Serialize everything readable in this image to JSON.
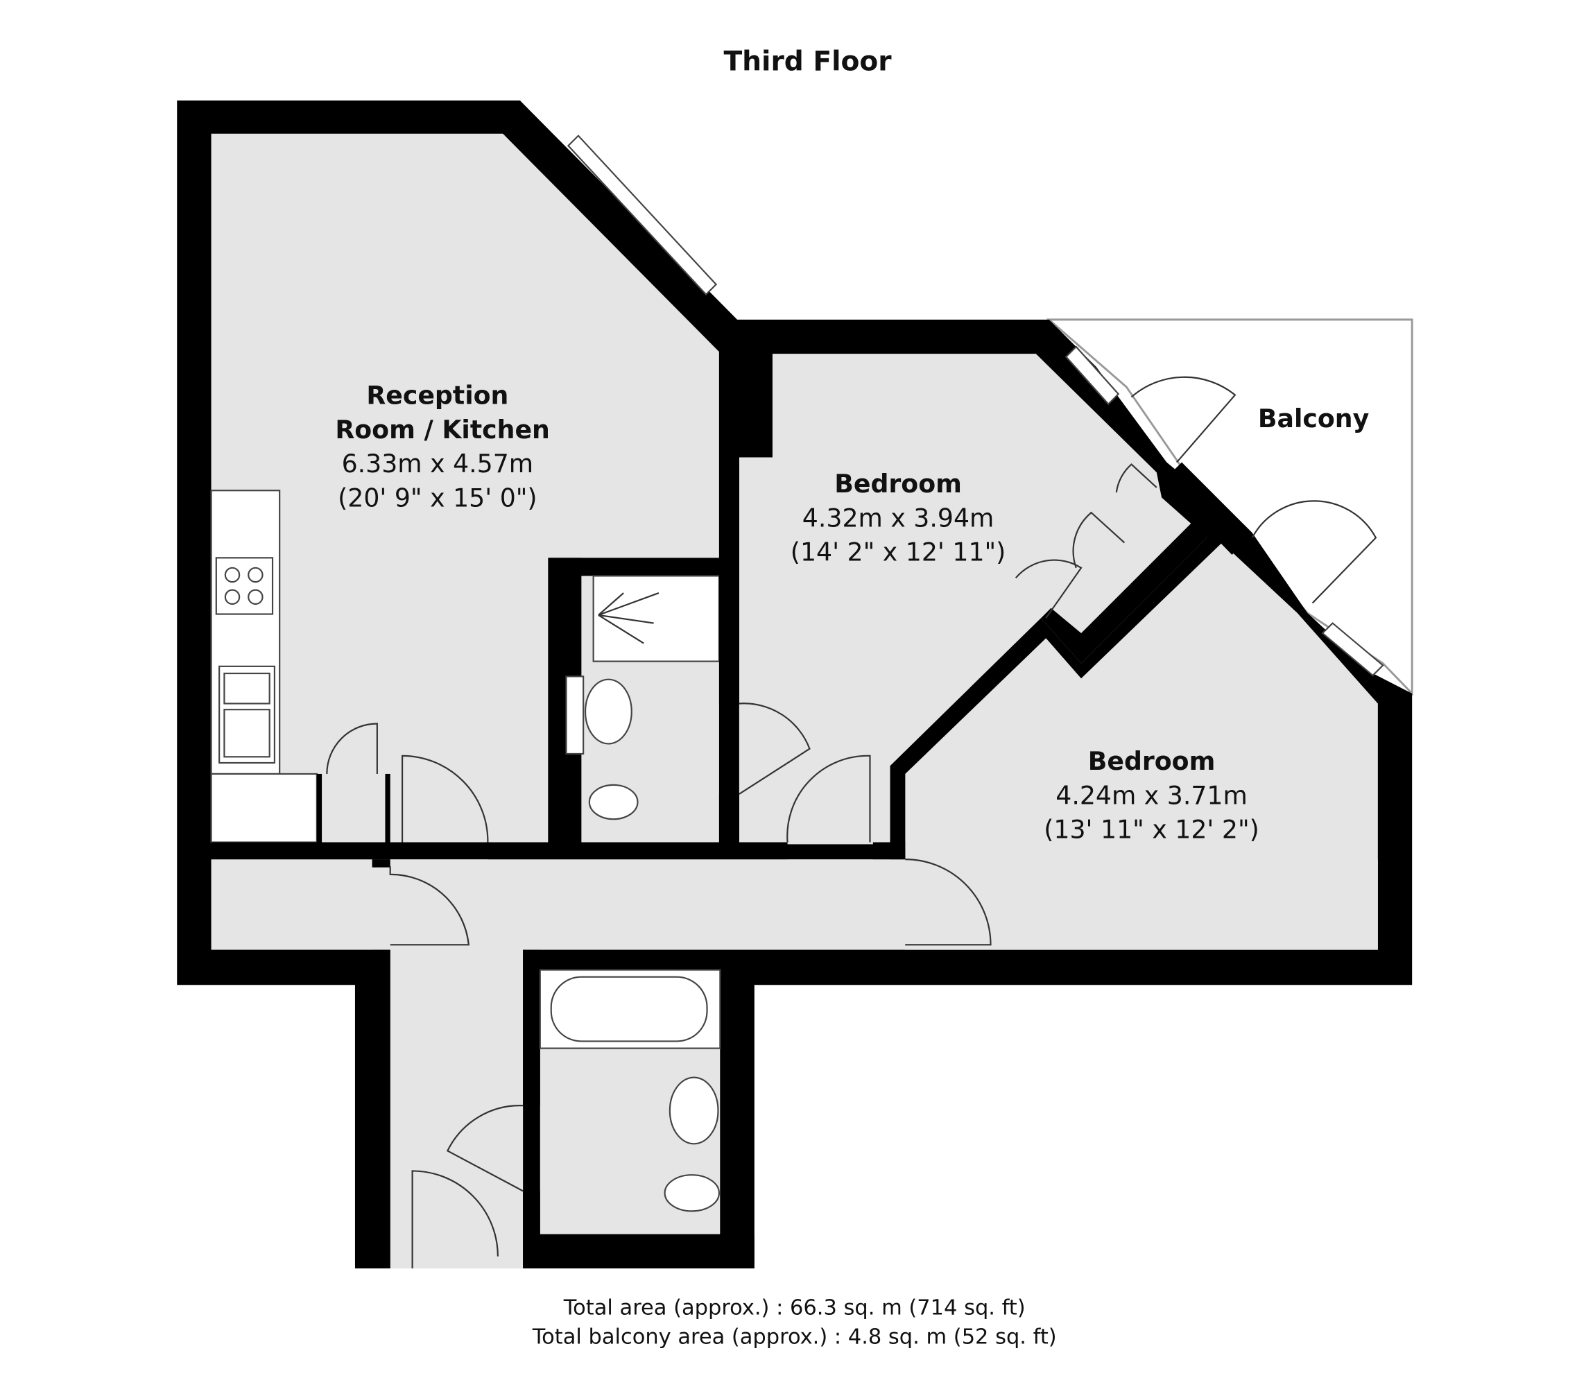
{
  "title": "Third Floor",
  "rooms": [
    {
      "name_line1": "Reception",
      "name_line2": "Room / Kitchen",
      "metric": "6.33m x 4.57m",
      "imperial": "(20' 9\" x 15' 0\")"
    },
    {
      "name": "Bedroom",
      "metric": "4.32m x 3.94m",
      "imperial": "(14' 2\" x 12' 11\")"
    },
    {
      "name": "Bedroom",
      "metric": "4.24m x 3.71m",
      "imperial": "(13' 11\" x 12' 2\")"
    },
    {
      "name": "Balcony"
    }
  ],
  "totals": {
    "area": "Total area (approx.) : 66.3 sq. m (714 sq. ft)",
    "balcony": "Total balcony area (approx.) : 4.8 sq. m (52 sq. ft)"
  },
  "colors": {
    "wall": "#000000",
    "floor": "#e5e5e5"
  }
}
